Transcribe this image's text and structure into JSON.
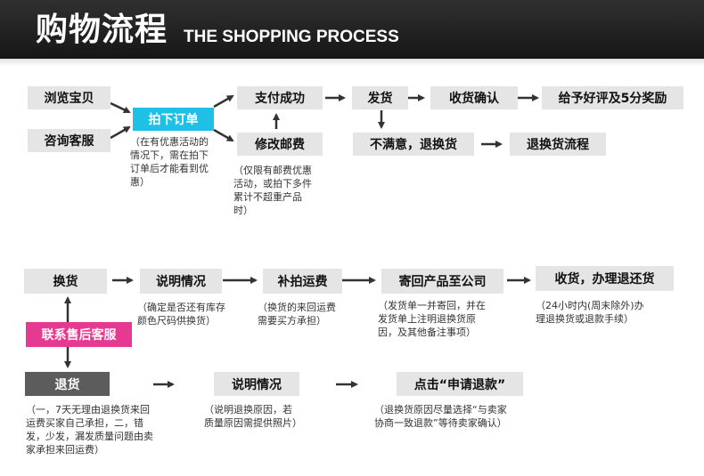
{
  "header": {
    "title_cn": "购物流程",
    "title_en": "THE SHOPPING PROCESS"
  },
  "flow1": {
    "browse": "浏览宝贝",
    "consult": "咨询客服",
    "order": "拍下订单",
    "order_note": [
      "（在有优惠活动的",
      "情况下，需在拍下",
      "订单后才能看到优",
      "惠）"
    ],
    "pay_success": "支付成功",
    "edit_postage": "修改邮费",
    "postage_note": [
      "（仅限有邮费优惠",
      "活动，或拍下多件",
      "累计不超重产品",
      "时）"
    ],
    "ship": "发货",
    "confirm_receipt": "收货确认",
    "give_review": "给予好评及5分奖励",
    "unsatisfied": "不满意，退换货",
    "return_process": "退换货流程"
  },
  "flow2": {
    "exchange": "换货",
    "explain": "说明情况",
    "explain_note": [
      "（确定是否还有库存",
      "颜色尺码供换货）"
    ],
    "pay_shipping": "补拍运费",
    "pay_shipping_note": [
      "（换货的来回运费",
      "需要买方承担）"
    ],
    "send_back": "寄回产品至公司",
    "send_back_note": [
      "（发货单一并寄回，并在",
      "发货单上注明退换货原",
      "因，及其他备注事项）"
    ],
    "receive": "收货，办理退还货",
    "receive_note": [
      "（24小时内(周末除外)办",
      "理退换货或退款手续）"
    ],
    "contact_service": "联系售后客服",
    "refund": "退货",
    "refund_note": [
      "（一，7天无理由退换货来回",
      "运费买家自己承担，二，错",
      "发，少发，漏发质量问题由卖",
      "家承担来回运费）"
    ],
    "explain2": "说明情况",
    "explain2_note": [
      "（说明退换原因，若",
      "质量原因需提供照片）"
    ],
    "apply_refund": "点击“申请退款”",
    "apply_refund_note": [
      "（退换货原因尽量选择“与卖家",
      "协商一致退款”等待卖家确认）"
    ]
  },
  "colors": {
    "box": "#e5e5e5",
    "cyan": "#1ec0e6",
    "pink": "#e63a92",
    "dark": "#5c5c5c",
    "header": "#222222"
  }
}
